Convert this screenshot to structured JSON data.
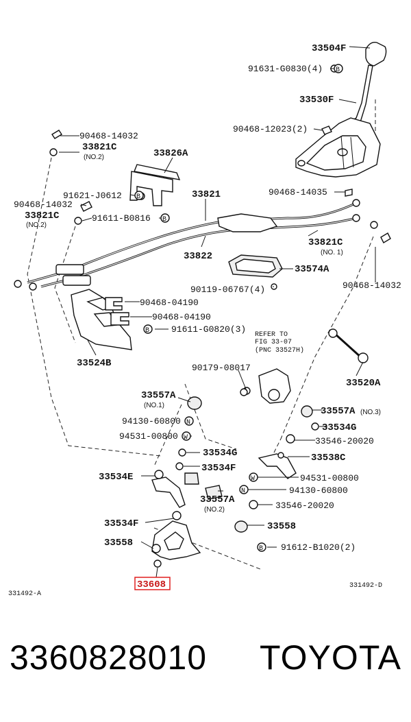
{
  "part_number": "3360828010",
  "brand": "TOYOTA",
  "diagram_codes": {
    "left": "331492-A",
    "right": "331492-D"
  },
  "highlight_color": "#e01e1e",
  "callouts": [
    {
      "id": "c_33504F",
      "text": "33504F"
    },
    {
      "id": "c_91631",
      "text": "91631-G0830(4)"
    },
    {
      "id": "c_33530F",
      "text": "33530F"
    },
    {
      "id": "c_90468_12023",
      "text": "90468-12023(2)"
    },
    {
      "id": "c_90468_14032a",
      "text": "90468-14032"
    },
    {
      "id": "c_33821C_a",
      "text": "33821C"
    },
    {
      "id": "c_no2_a",
      "text": "(NO.2)"
    },
    {
      "id": "c_33826A",
      "text": "33826A"
    },
    {
      "id": "c_91621",
      "text": "91621-J0612"
    },
    {
      "id": "c_33821",
      "text": "33821"
    },
    {
      "id": "c_90468_14035",
      "text": "90468-14035"
    },
    {
      "id": "c_90468_14032b",
      "text": "90468-14032"
    },
    {
      "id": "c_33821C_b",
      "text": "33821C"
    },
    {
      "id": "c_no2_b",
      "text": "(NO.2)"
    },
    {
      "id": "c_91611a",
      "text": "91611-B0816"
    },
    {
      "id": "c_33821C_c",
      "text": "33821C"
    },
    {
      "id": "c_no1_c",
      "text": "(NO. 1)"
    },
    {
      "id": "c_33822",
      "text": "33822"
    },
    {
      "id": "c_33574A",
      "text": "33574A"
    },
    {
      "id": "c_90119",
      "text": "90119-06767(4)"
    },
    {
      "id": "c_90468_14032c",
      "text": "90468-14032"
    },
    {
      "id": "c_90468_04190a",
      "text": "90468-04190"
    },
    {
      "id": "c_90468_04190b",
      "text": "90468-04190"
    },
    {
      "id": "c_91611b",
      "text": "91611-G0820(3)"
    },
    {
      "id": "c_refer1",
      "text": "REFER TO"
    },
    {
      "id": "c_refer2",
      "text": "FIG 33-07"
    },
    {
      "id": "c_refer3",
      "text": "(PNC 33527H)"
    },
    {
      "id": "c_33524B",
      "text": "33524B"
    },
    {
      "id": "c_90179",
      "text": "90179-08017"
    },
    {
      "id": "c_33520A",
      "text": "33520A"
    },
    {
      "id": "c_33557A_a",
      "text": "33557A"
    },
    {
      "id": "c_no1_a",
      "text": "(NO.1)"
    },
    {
      "id": "c_33557A_b",
      "text": "33557A"
    },
    {
      "id": "c_no3_b",
      "text": "(NO.3)"
    },
    {
      "id": "c_94130a",
      "text": "94130-60800"
    },
    {
      "id": "c_33534G_a",
      "text": "33534G"
    },
    {
      "id": "c_94531a",
      "text": "94531-00800"
    },
    {
      "id": "c_33546a",
      "text": "33546-20020"
    },
    {
      "id": "c_33534G_b",
      "text": "33534G"
    },
    {
      "id": "c_33538C",
      "text": "33538C"
    },
    {
      "id": "c_33534E",
      "text": "33534E"
    },
    {
      "id": "c_33534F_a",
      "text": "33534F"
    },
    {
      "id": "c_94531b",
      "text": "94531-00800"
    },
    {
      "id": "c_94130b",
      "text": "94130-60800"
    },
    {
      "id": "c_33557A_c",
      "text": "33557A"
    },
    {
      "id": "c_no2_c",
      "text": "(NO.2)"
    },
    {
      "id": "c_33546b",
      "text": "33546-20020"
    },
    {
      "id": "c_33534F_b",
      "text": "33534F"
    },
    {
      "id": "c_33558a",
      "text": "33558"
    },
    {
      "id": "c_33558b",
      "text": "33558"
    },
    {
      "id": "c_91612",
      "text": "91612-B1020(2)"
    },
    {
      "id": "c_33608",
      "text": "33608"
    }
  ],
  "symbols": {
    "B": "B",
    "N": "N",
    "W": "W"
  }
}
